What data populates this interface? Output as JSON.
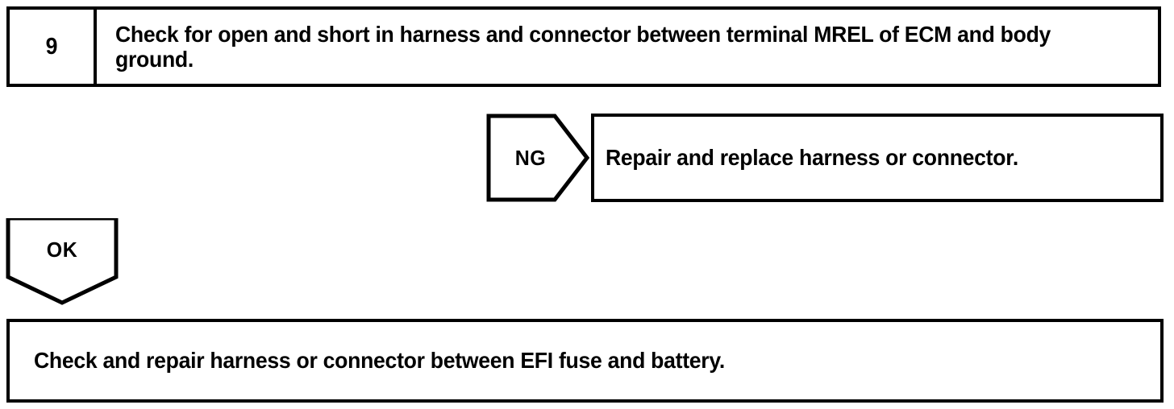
{
  "document": {
    "type": "troubleshooting-flowchart",
    "ink_color": "#000000",
    "background_color": "#ffffff"
  },
  "step": {
    "number": "9",
    "instruction": "Check for open and short in harness and connector between terminal MREL of ECM and body ground."
  },
  "branches": {
    "ng": {
      "label": "NG",
      "direction": "right",
      "result": "Repair and replace harness or connector."
    },
    "ok": {
      "label": "OK",
      "direction": "down",
      "result": "Check and repair harness or connector between EFI fuse and battery."
    }
  }
}
